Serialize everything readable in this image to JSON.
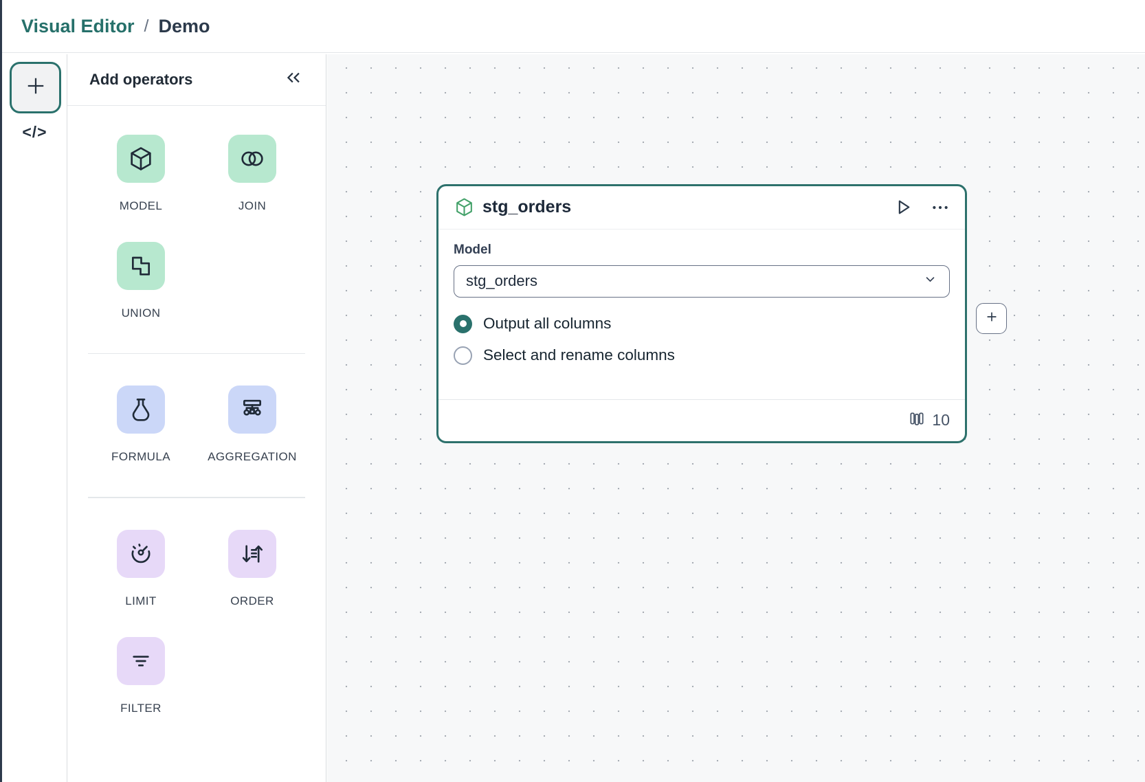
{
  "header": {
    "breadcrumb": {
      "section": "Visual Editor",
      "separator": "/",
      "page": "Demo"
    }
  },
  "rail": {
    "add_label": "+",
    "code_label": "</>"
  },
  "panel": {
    "title": "Add operators",
    "groups": [
      {
        "tint": "#b7e8cf",
        "items": [
          {
            "icon": "cube",
            "label": "MODEL"
          },
          {
            "icon": "join",
            "label": "JOIN"
          },
          {
            "icon": "union",
            "label": "UNION"
          }
        ]
      },
      {
        "tint": "#cbd7f8",
        "items": [
          {
            "icon": "flask",
            "label": "FORMULA"
          },
          {
            "icon": "aggregation",
            "label": "AGGREGATION"
          }
        ]
      },
      {
        "tint": "#e7d9f8",
        "items": [
          {
            "icon": "gauge",
            "label": "LIMIT"
          },
          {
            "icon": "sort",
            "label": "ORDER"
          },
          {
            "icon": "filter",
            "label": "FILTER"
          }
        ]
      }
    ]
  },
  "node": {
    "title": "stg_orders",
    "field_label": "Model",
    "select_value": "stg_orders",
    "options": [
      {
        "label": "Output all columns",
        "selected": true
      },
      {
        "label": "Select and rename columns",
        "selected": false
      }
    ],
    "column_count": "10"
  },
  "colors": {
    "accent_teal": "#2a716c",
    "tile_green": "#b7e8cf",
    "tile_blue": "#cbd7f8",
    "tile_purple": "#e7d9f8",
    "node_cube_green": "#43a169"
  }
}
